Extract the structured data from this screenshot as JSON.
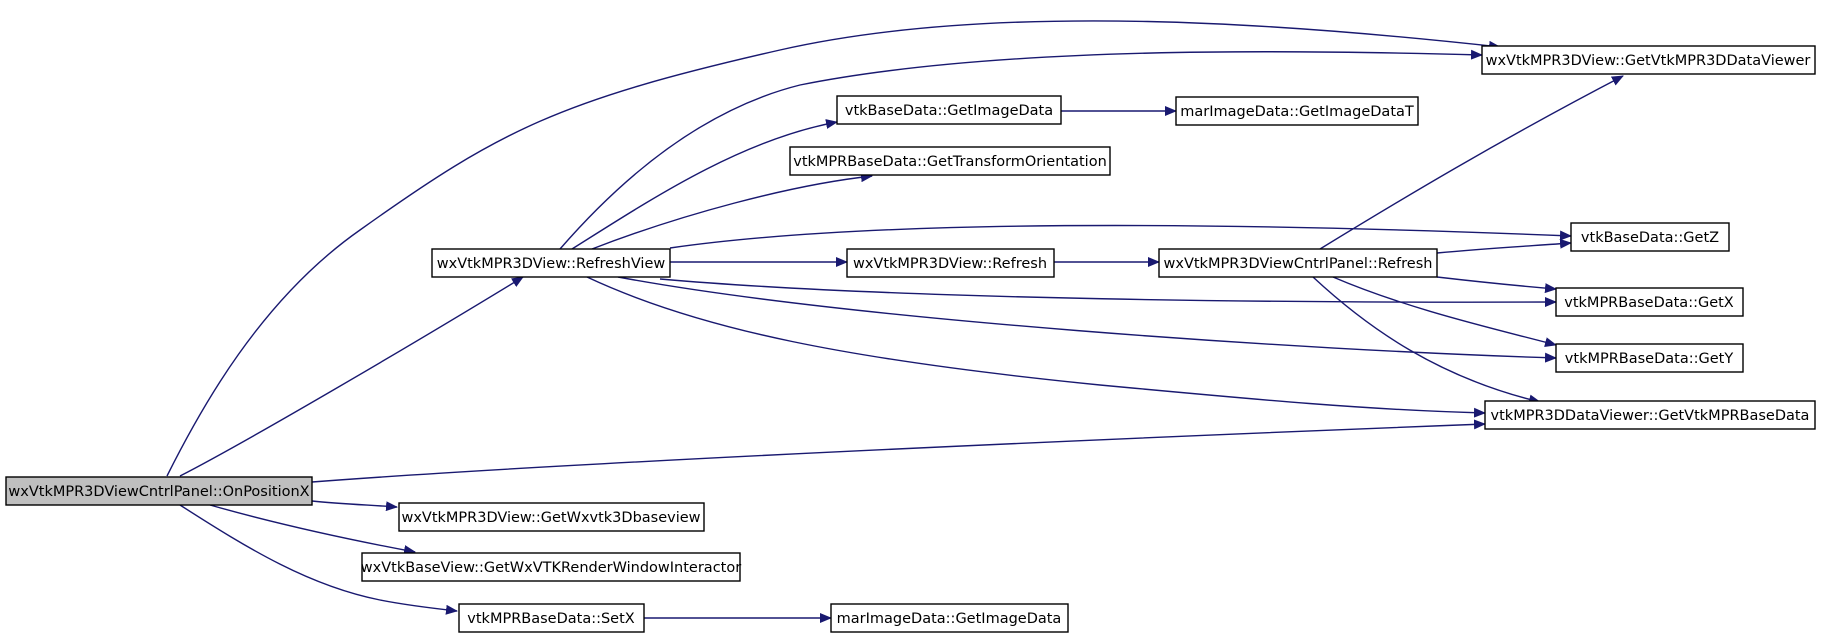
{
  "colors": {
    "edge": "#191970",
    "node_fill": "#ffffff",
    "root_fill": "#bfbfbf",
    "node_border": "#000000"
  },
  "nodes": {
    "on_position_x": "wxVtkMPR3DViewCntrlPanel::OnPositionX",
    "refresh_view": "wxVtkMPR3DView::RefreshView",
    "get_vtk_mpr3d_data_viewer": "wxVtkMPR3DView::GetVtkMPR3DDataViewer",
    "vtk_get_image_data": "vtkBaseData::GetImageData",
    "mar_get_image_data_t": "marImageData::GetImageDataT",
    "get_transform_orientation": "vtkMPRBaseData::GetTransformOrientation",
    "get_z": "vtkBaseData::GetZ",
    "view_refresh": "wxVtkMPR3DView::Refresh",
    "cntrl_panel_refresh": "wxVtkMPR3DViewCntrlPanel::Refresh",
    "get_x": "vtkMPRBaseData::GetX",
    "get_y": "vtkMPRBaseData::GetY",
    "get_vtk_mpr_base_data": "vtkMPR3DDataViewer::GetVtkMPRBaseData",
    "get_wxvtk3dbaseview": "wxVtkMPR3DView::GetWxvtk3Dbaseview",
    "get_wx_vtk_render_window_interactor": "wxVtkBaseView::GetWxVTKRenderWindowInteractor",
    "set_x": "vtkMPRBaseData::SetX",
    "mar_get_image_data": "marImageData::GetImageData"
  }
}
